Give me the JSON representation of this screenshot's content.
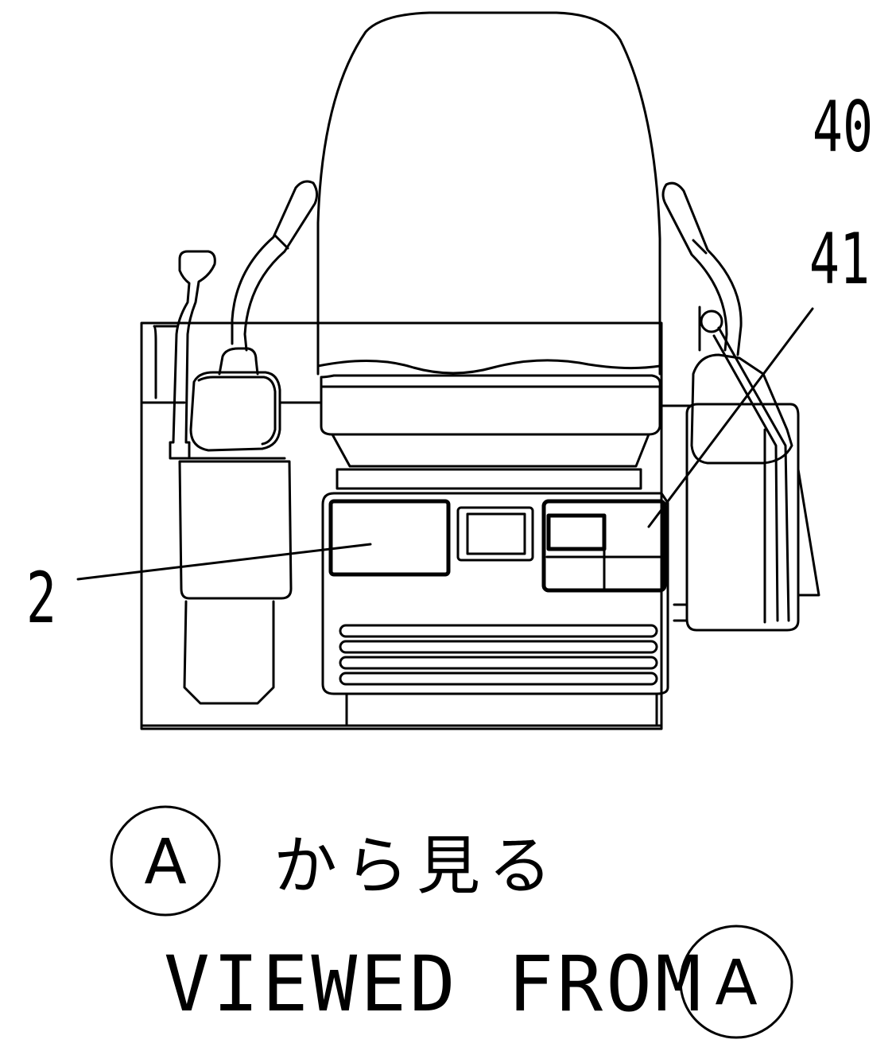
{
  "callouts": {
    "c40": "40",
    "c41": "41",
    "c2": "2"
  },
  "caption": {
    "view_letter": "A",
    "japanese_text": "から見る",
    "english_text": "VIEWED FROM"
  }
}
